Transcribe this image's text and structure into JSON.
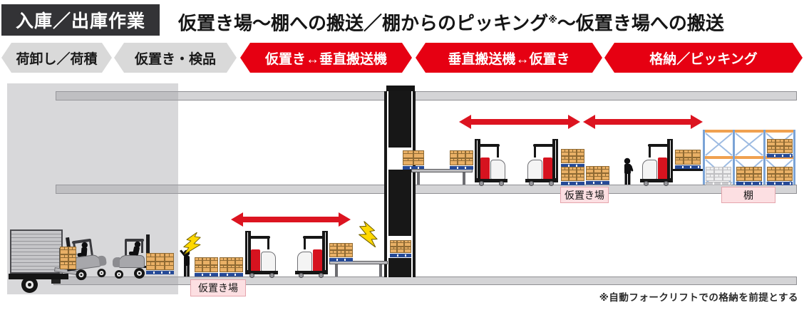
{
  "header": {
    "badge": "入庫／出庫作業",
    "title": {
      "main": "仮置き場～棚への搬送／棚からのピッキング",
      "note_mark": "※",
      "tail": "～仮置き場への搬送"
    }
  },
  "steps": [
    {
      "label": "荷卸し／荷積",
      "variant": "gray"
    },
    {
      "label": "仮置き・検品",
      "variant": "gray"
    },
    {
      "label": "仮置き↔垂直搬送機",
      "variant": "red"
    },
    {
      "label": "垂直搬送機↔仮置き",
      "variant": "red"
    },
    {
      "label": "格納／ピッキング",
      "variant": "red"
    }
  ],
  "diagram": {
    "labels": {
      "staging_ground": "仮置き場",
      "staging_floor2": "仮置き場",
      "rack": "棚"
    }
  },
  "footnote": "※自動フォークリフトでの格納を前提とする",
  "colors": {
    "accent_red": "#e60012",
    "arrow_red": "#dc1420",
    "step_gray": "#d9d9d9",
    "badge_black": "#333336",
    "label_pink_bg": "#fcdfe2",
    "label_pink_border": "#e5a5ad",
    "box_tan": "#e9b066",
    "pallet_navy": "#264a96",
    "rack_frame_blue": "#7aa3d6",
    "rack_beam_orange": "#f0a150",
    "bolt_yellow": "#ffd800"
  }
}
